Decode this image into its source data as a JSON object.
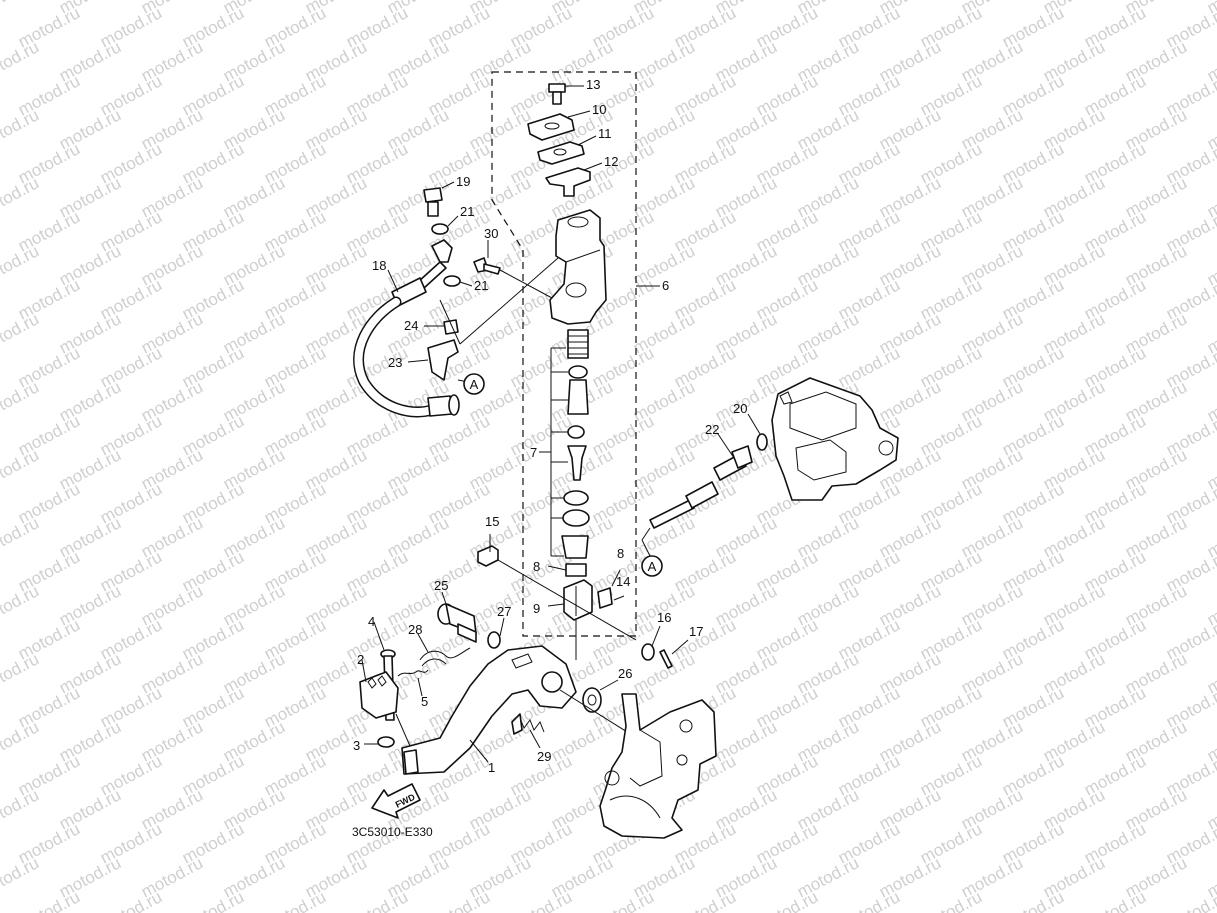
{
  "watermark": "motod.ru",
  "diagram_code": "3C53010-E330",
  "direction_label": "FWD",
  "ref_marker": "A",
  "callouts": {
    "c1": "1",
    "c2": "2",
    "c3": "3",
    "c4": "4",
    "c5": "5",
    "c6": "6",
    "c7": "7",
    "c8a": "8",
    "c8b": "8",
    "c9": "9",
    "c10": "10",
    "c11": "11",
    "c12": "12",
    "c13": "13",
    "c14": "14",
    "c15": "15",
    "c16": "16",
    "c17": "17",
    "c18": "18",
    "c19": "19",
    "c20": "20",
    "c21a": "21",
    "c21b": "21",
    "c22": "22",
    "c23": "23",
    "c24": "24",
    "c25": "25",
    "c26": "26",
    "c27": "27",
    "c28": "28",
    "c29": "29",
    "c30": "30"
  }
}
